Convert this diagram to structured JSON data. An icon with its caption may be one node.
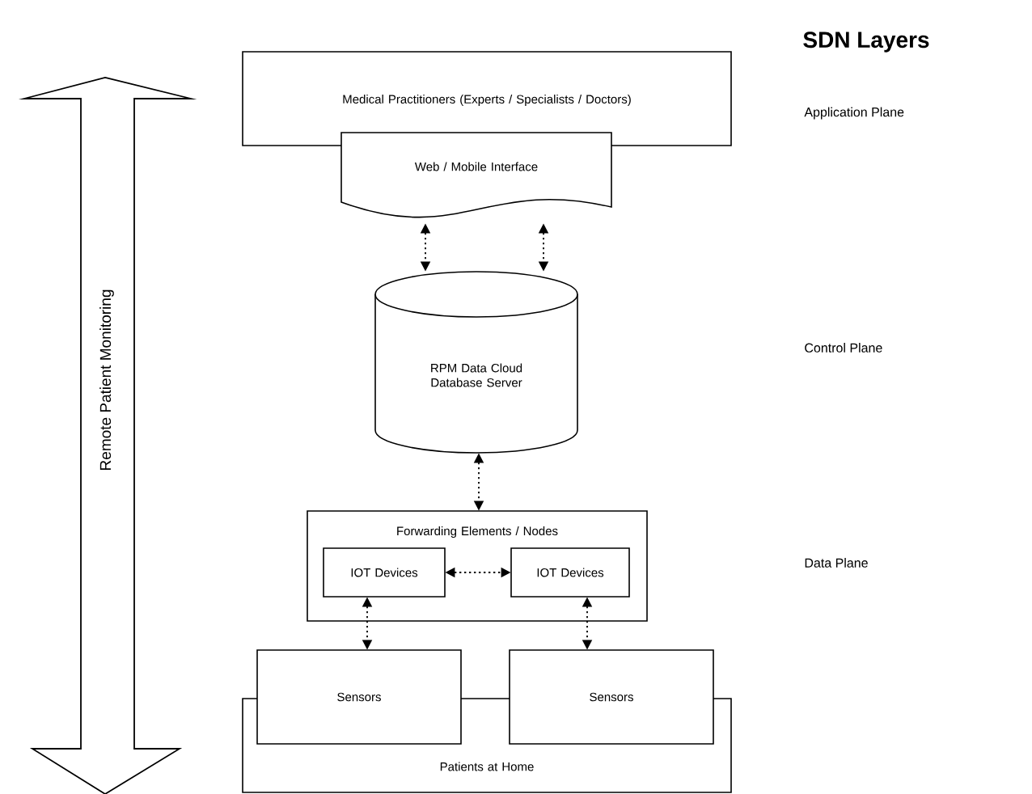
{
  "diagram": {
    "title": "SDN Layers",
    "nodes": [
      {
        "text": [
          "Medical Practitioners (Experts / Specialists / Doctors)"
        ]
      },
      {
        "text": [
          "Web / Mobile Interface"
        ]
      },
      {
        "text": [
          "RPM Data Cloud Database Server"
        ]
      },
      {
        "text": [
          "Forwarding Elements / Nodes"
        ]
      },
      {
        "text": [
          "IOT Devices"
        ],
        "in": 3
      },
      {
        "text": [
          "IOT Devices"
        ],
        "in": 3
      },
      {
        "text": [
          "Patients at Home"
        ]
      },
      {
        "text": [
          "Sensors"
        ]
      },
      {
        "text": [
          "Sensors"
        ]
      }
    ],
    "edges": [
      {
        "from": 1,
        "to": 2,
        "arrow": "both"
      },
      {
        "from": 1,
        "to": 2,
        "arrow": "both"
      },
      {
        "from": 2,
        "to": 3,
        "arrow": "both"
      },
      {
        "from": 4,
        "to": 5,
        "arrow": "both"
      },
      {
        "from": 4,
        "to": 7,
        "arrow": "both"
      },
      {
        "from": 5,
        "to": 8,
        "arrow": "both"
      }
    ],
    "labels": [
      "Application Plane",
      "Control Plane",
      "Data Plane",
      "Remote Patient Monitoring"
    ]
  }
}
